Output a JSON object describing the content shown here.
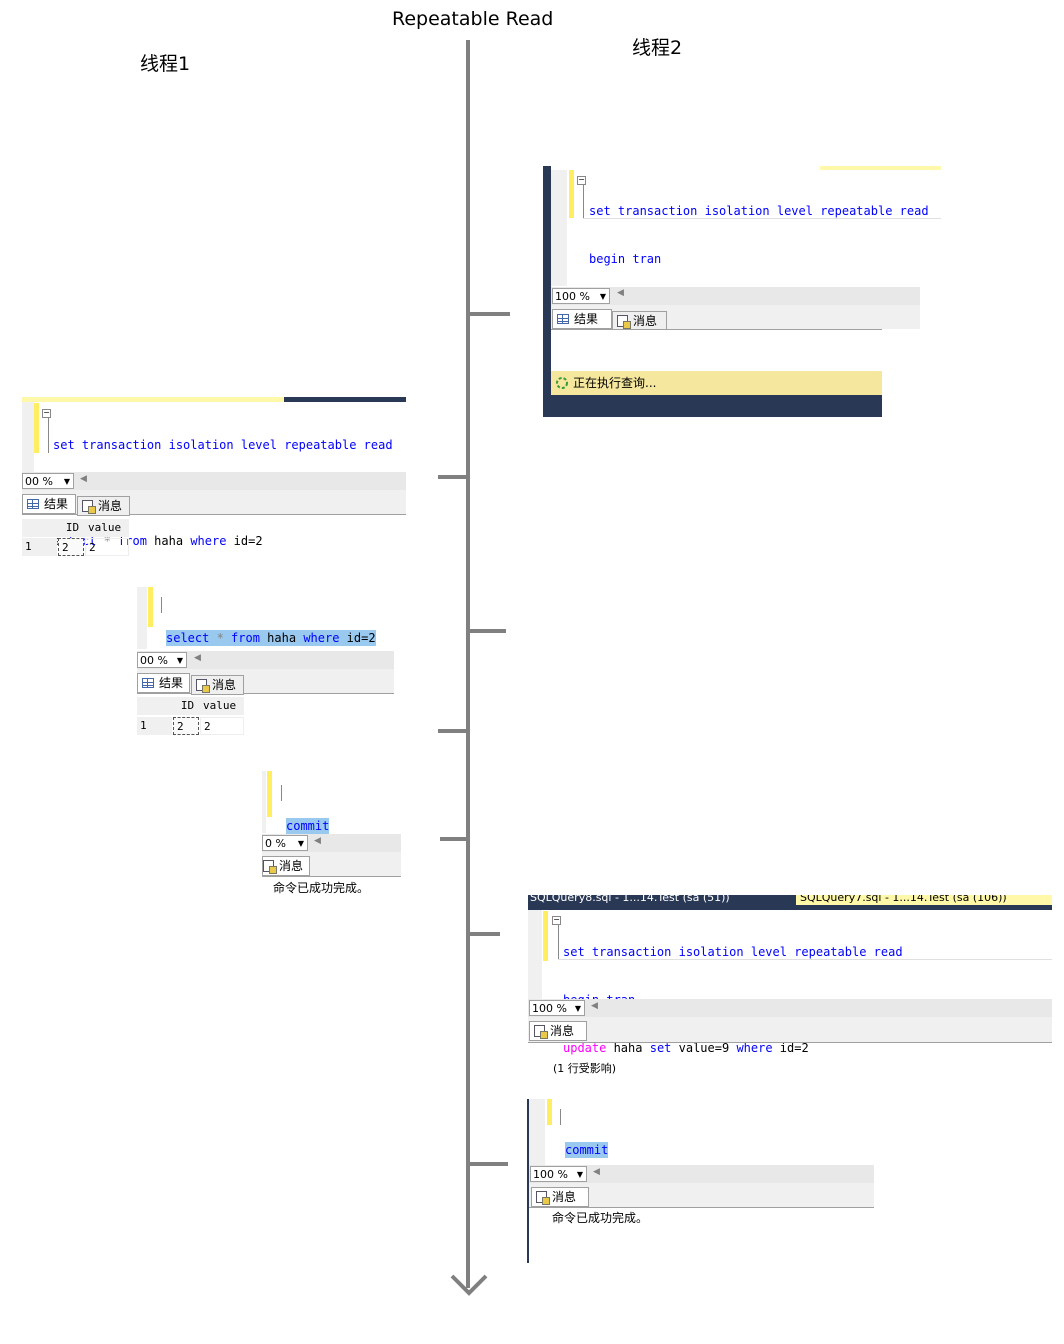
{
  "title": "Repeatable Read",
  "threads": {
    "thread1": "线程1",
    "thread2": "线程2"
  },
  "sql": {
    "set_iso": "set transaction isolation level repeatable read",
    "begin_tran": "begin tran",
    "update_kw": "update",
    "update_rest_a": " haha ",
    "update_set": "set",
    "update_rest_b": " value=9 ",
    "update_where": "where",
    "update_rest_c": " id=2",
    "select_kw": "select",
    "star": " * ",
    "from_kw": "from",
    "haha": " haha ",
    "where_kw": "where",
    "id_cond": " id=2",
    "commit": "commit"
  },
  "panels": {
    "t2_first": {
      "zoom": "100 %",
      "tab_results": "结果",
      "tab_messages": "消息",
      "status": "正在执行查询..."
    },
    "t1_first": {
      "zoom": "00 %",
      "tab_results": "结果",
      "tab_messages": "消息",
      "columns": [
        "ID",
        "value"
      ],
      "row_num": "1",
      "row": [
        "2",
        "2"
      ]
    },
    "t1_second": {
      "zoom": "00 %",
      "tab_results": "结果",
      "tab_messages": "消息",
      "columns": [
        "ID",
        "value"
      ],
      "row_num": "1",
      "row": [
        "2",
        "2"
      ]
    },
    "t1_commit": {
      "zoom": "0 %",
      "tab_messages": "消息",
      "message": "命令已成功完成。"
    },
    "t2_second": {
      "tab_strip_left": "SQLQuery8.sql - 1...14.Test (sa (51))",
      "tab_strip_right": "SQLQuery7.sql - 1...14.Test (sa (106))",
      "zoom": "100 %",
      "tab_messages": "消息",
      "message": "(1  行受影响)"
    },
    "t2_commit": {
      "zoom": "100 %",
      "tab_messages": "消息",
      "message": "命令已成功完成。"
    }
  }
}
